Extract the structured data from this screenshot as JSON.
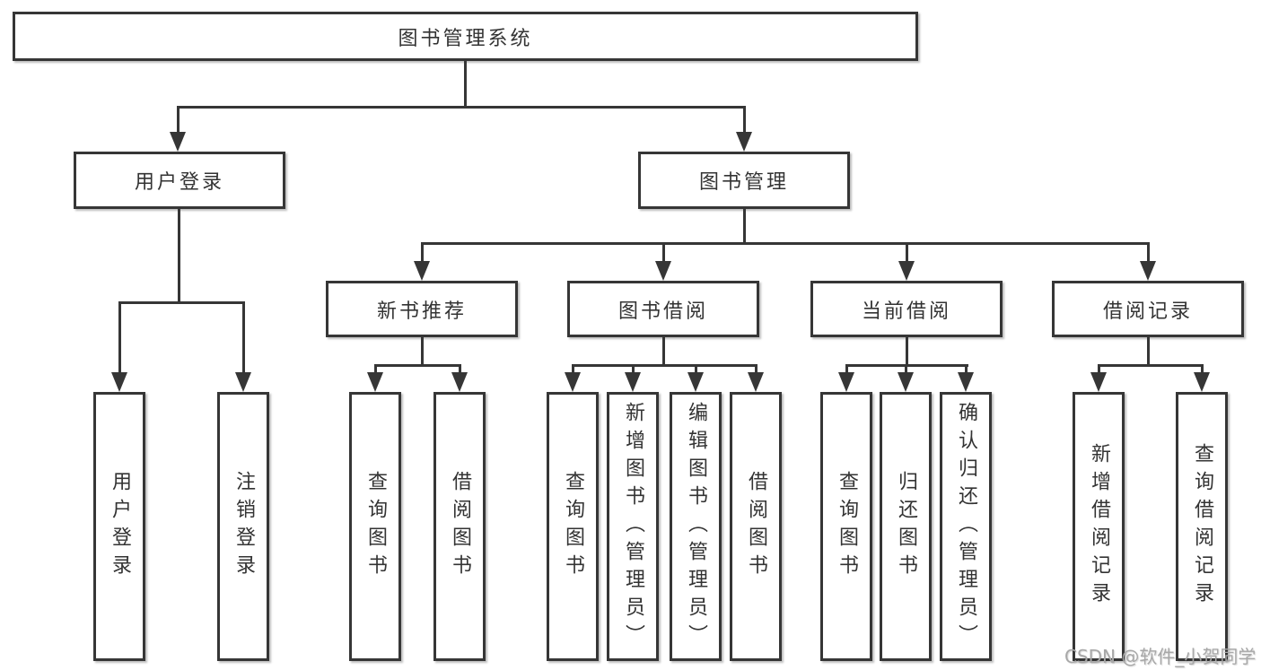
{
  "colors": {
    "background": "#ffffff",
    "line": "#363636",
    "box_border": "#363636",
    "text": "#333333",
    "watermark": "#a8a8a8"
  },
  "tree": {
    "root": {
      "label": "图书管理系统"
    },
    "branches": [
      {
        "label": "用户登录",
        "children": [
          {
            "label": "用户登录"
          },
          {
            "label": "注销登录"
          }
        ]
      },
      {
        "label": "图书管理",
        "children": [
          {
            "label": "新书推荐",
            "children": [
              {
                "label": "查询图书"
              },
              {
                "label": "借阅图书"
              }
            ]
          },
          {
            "label": "图书借阅",
            "children": [
              {
                "label": "查询图书"
              },
              {
                "label": "新增图书（管理员）"
              },
              {
                "label": "编辑图书（管理员）"
              },
              {
                "label": "借阅图书"
              }
            ]
          },
          {
            "label": "当前借阅",
            "children": [
              {
                "label": "查询图书"
              },
              {
                "label": "归还图书"
              },
              {
                "label": "确认归还（管理员）"
              }
            ]
          },
          {
            "label": "借阅记录",
            "children": [
              {
                "label": "新增借阅记录"
              },
              {
                "label": "查询借阅记录"
              }
            ]
          }
        ]
      }
    ]
  },
  "watermark": {
    "text": "CSDN @软件_小贺同学"
  }
}
